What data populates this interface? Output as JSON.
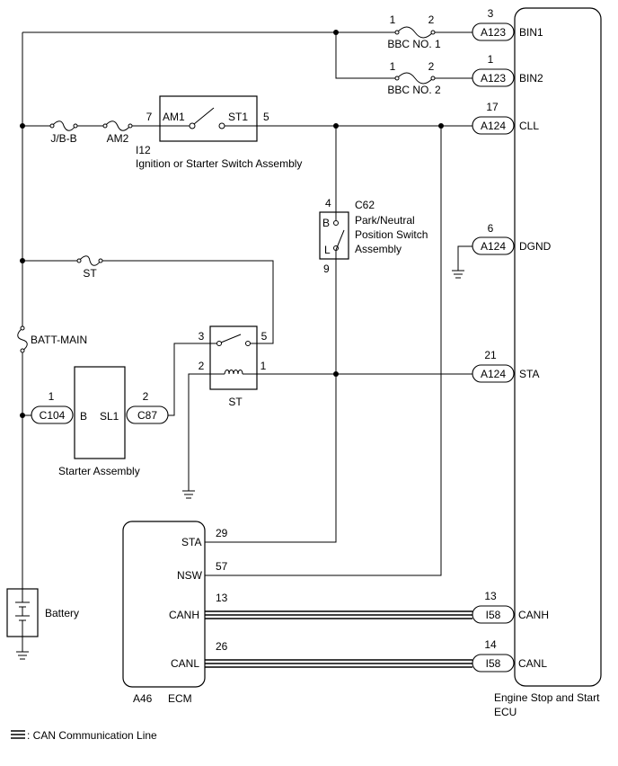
{
  "connectors": {
    "bin1": {
      "id": "A123",
      "pin": "3",
      "signal": "BIN1"
    },
    "bin2": {
      "id": "A123",
      "pin": "1",
      "signal": "BIN2"
    },
    "cll": {
      "id": "A124",
      "pin": "17",
      "signal": "CLL"
    },
    "dgnd": {
      "id": "A124",
      "pin": "6",
      "signal": "DGND"
    },
    "sta": {
      "id": "A124",
      "pin": "21",
      "signal": "STA"
    },
    "canh": {
      "id": "I58",
      "pin": "13",
      "signal": "CANH"
    },
    "canl": {
      "id": "I58",
      "pin": "14",
      "signal": "CANL"
    },
    "c104": {
      "id": "C104",
      "pin": "1"
    },
    "c87": {
      "id": "C87",
      "pin": "2"
    }
  },
  "fuses": {
    "bbc1": {
      "label": "BBC NO. 1",
      "pin_a": "1",
      "pin_b": "2"
    },
    "bbc2": {
      "label": "BBC NO. 2",
      "pin_a": "1",
      "pin_b": "2"
    },
    "jbb": "J/B-B",
    "am2": "AM2",
    "st": "ST",
    "batt_main": "BATT-MAIN"
  },
  "ignition_switch": {
    "code": "I12",
    "name": "Ignition or Starter Switch Assembly",
    "term_am1": "AM1",
    "term_st1": "ST1",
    "pin_am1": "7",
    "pin_st1": "5"
  },
  "park_neutral": {
    "code": "C62",
    "name_lines": [
      "Park/Neutral",
      "Position Switch",
      "Assembly"
    ],
    "term_b": "B",
    "term_l": "L",
    "pin_b": "4",
    "pin_l": "9"
  },
  "st_relay": {
    "label": "ST",
    "pins": [
      "3",
      "5",
      "2",
      "1"
    ]
  },
  "starter": {
    "name": "Starter Assembly",
    "term_b": "B",
    "term_sl1": "SL1"
  },
  "battery": {
    "name": "Battery"
  },
  "ecm": {
    "code": "A46",
    "name": "ECM",
    "terms": [
      {
        "label": "STA",
        "pin": "29"
      },
      {
        "label": "NSW",
        "pin": "57"
      },
      {
        "label": "CANH",
        "pin": "13"
      },
      {
        "label": "CANL",
        "pin": "26"
      }
    ]
  },
  "ecu": {
    "name_lines": [
      "Engine Stop and Start",
      "ECU"
    ]
  },
  "legend": {
    "label": ": CAN Communication Line"
  }
}
